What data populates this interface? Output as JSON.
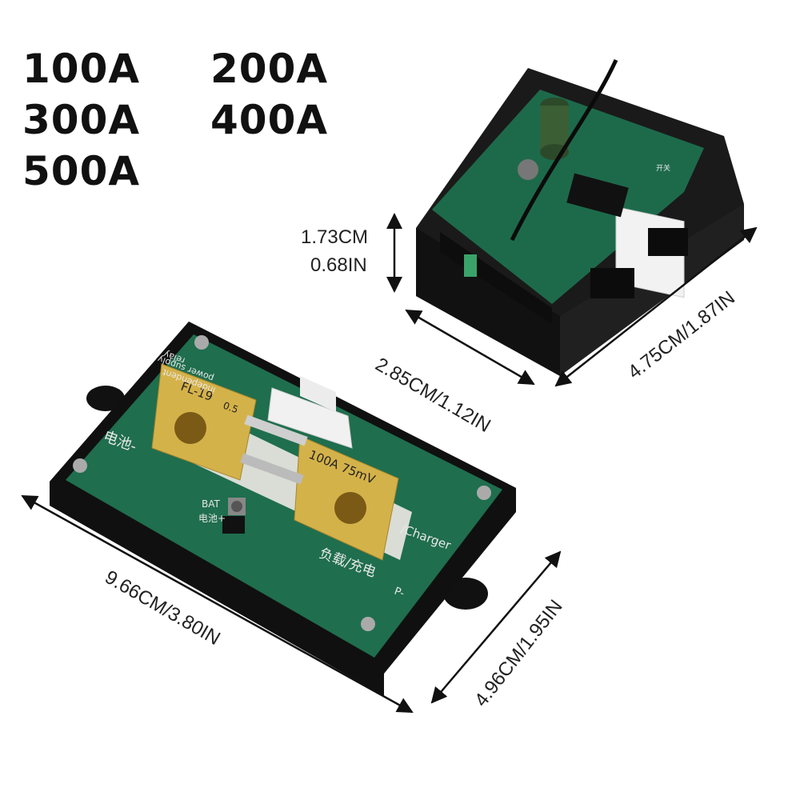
{
  "ratings": [
    "100A",
    "200A",
    "300A",
    "400A",
    "500A"
  ],
  "dimensions": {
    "meter_height_cm": "1.73CM",
    "meter_height_in": "0.68IN",
    "meter_depth": "2.85CM/1.12IN",
    "meter_width": "4.75CM/1.87IN",
    "shunt_length": "9.66CM/3.80IN",
    "shunt_width": "4.96CM/1.95IN"
  },
  "board_labels": {
    "shunt_marking": "FL-19",
    "shunt_class": "0.5",
    "shunt_rating": "100A 75mV",
    "battery_neg": "电池-",
    "battery_pos_en": "BAT",
    "battery_pos_cn": "电池+",
    "charger": "/Charger",
    "load": "负载/充电",
    "p_minus": "P-",
    "relay": "relay",
    "power_supply": "power supply",
    "independent": "independent",
    "switch": "开关"
  },
  "colors": {
    "pcb_green": "#1f6e4e",
    "shell_black": "#1a1a1a",
    "brass": "#d4b24a"
  }
}
